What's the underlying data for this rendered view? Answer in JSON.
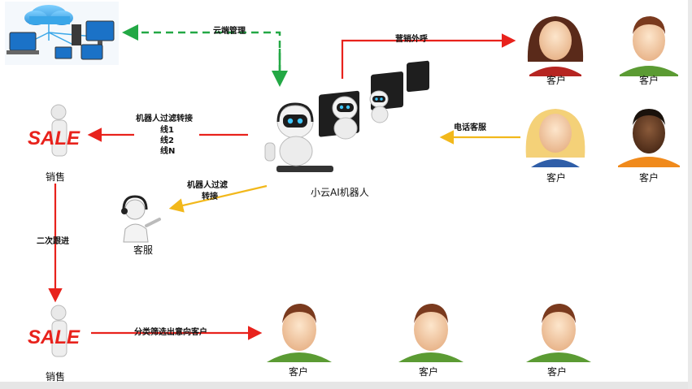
{
  "arrows": {
    "cloud_manage": "云端管理",
    "marketing_call": "营销外呼",
    "phone_service": "电话客服",
    "robot_filter_transfer_lines": [
      "机器人过滤转接",
      "线1",
      "线2",
      "线N"
    ],
    "robot_filter_transfer_service": [
      "机器人过滤",
      "转接"
    ],
    "second_followup": "二次跟进",
    "classify_select": "分类筛选出意向客户"
  },
  "nodes": {
    "robot_center": "小云AI机器人",
    "sales_top": "销售",
    "sales_bottom": "销售",
    "service": "客服",
    "customer": "客户"
  },
  "sale_sign_text": "SALE",
  "colors": {
    "red": "#e8221c",
    "green": "#23a845",
    "yellow": "#f2b81b",
    "cloud_blue": "#3aa6e8"
  },
  "icons": [
    "cloud-network-icon",
    "robot-icon",
    "customer-avatar-icon",
    "sale-person-icon",
    "service-agent-icon"
  ]
}
